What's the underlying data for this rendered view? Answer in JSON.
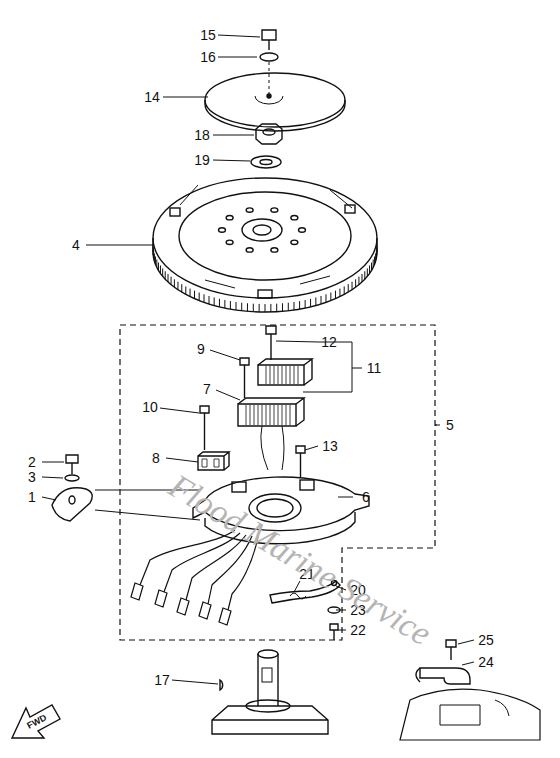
{
  "diagram": {
    "labels": [
      "15",
      "16",
      "14",
      "18",
      "19",
      "4",
      "9",
      "12",
      "11",
      "7",
      "10",
      "13",
      "8",
      "2",
      "3",
      "1",
      "5",
      "6",
      "21",
      "20",
      "23",
      "22",
      "17",
      "25",
      "24",
      "FWD",
      "Flood Marine Service"
    ]
  }
}
